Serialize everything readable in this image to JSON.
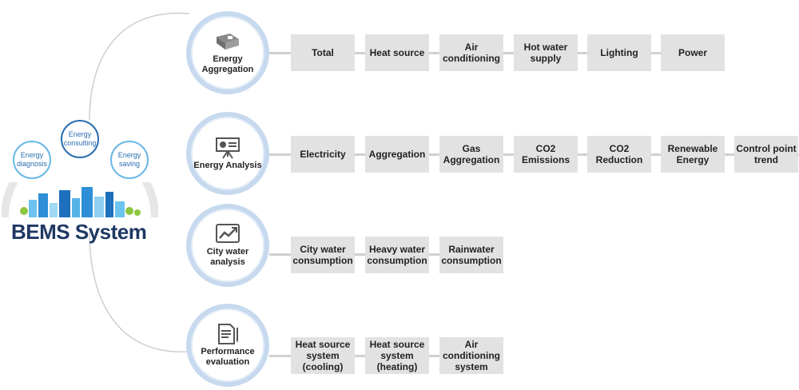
{
  "bems": {
    "title": "BEMS System",
    "circles": [
      {
        "label": "Energy diagnosis"
      },
      {
        "label": "Energy consulting"
      },
      {
        "label": "Energy saving"
      }
    ]
  },
  "categories": [
    {
      "label": "Energy Aggregation",
      "icon": "energy-meter-icon",
      "items": [
        "Total",
        "Heat source",
        "Air conditioning",
        "Hot water supply",
        "Lighting",
        "Power"
      ]
    },
    {
      "label": "Energy Analysis",
      "icon": "presentation-chart-icon",
      "items": [
        "Electricity",
        "Aggregation",
        "Gas Aggregation",
        "CO2 Emissions",
        "CO2 Reduction",
        "Renewable Energy",
        "Control point trend"
      ]
    },
    {
      "label": "City water analysis",
      "icon": "trend-chart-icon",
      "items": [
        "City water consumption",
        "Heavy water consumption",
        "Rainwater consumption"
      ]
    },
    {
      "label": "Performance evaluation",
      "icon": "document-pencil-icon",
      "items": [
        "Heat source system (cooling)",
        "Heat source system (heating)",
        "Air conditioning system"
      ]
    }
  ],
  "colors": {
    "title": "#1f3864",
    "ring": "#c6d9ee",
    "box": "#e2e2e2",
    "accent_light": "#6ab8e6",
    "accent_dark": "#2a6fb0"
  }
}
